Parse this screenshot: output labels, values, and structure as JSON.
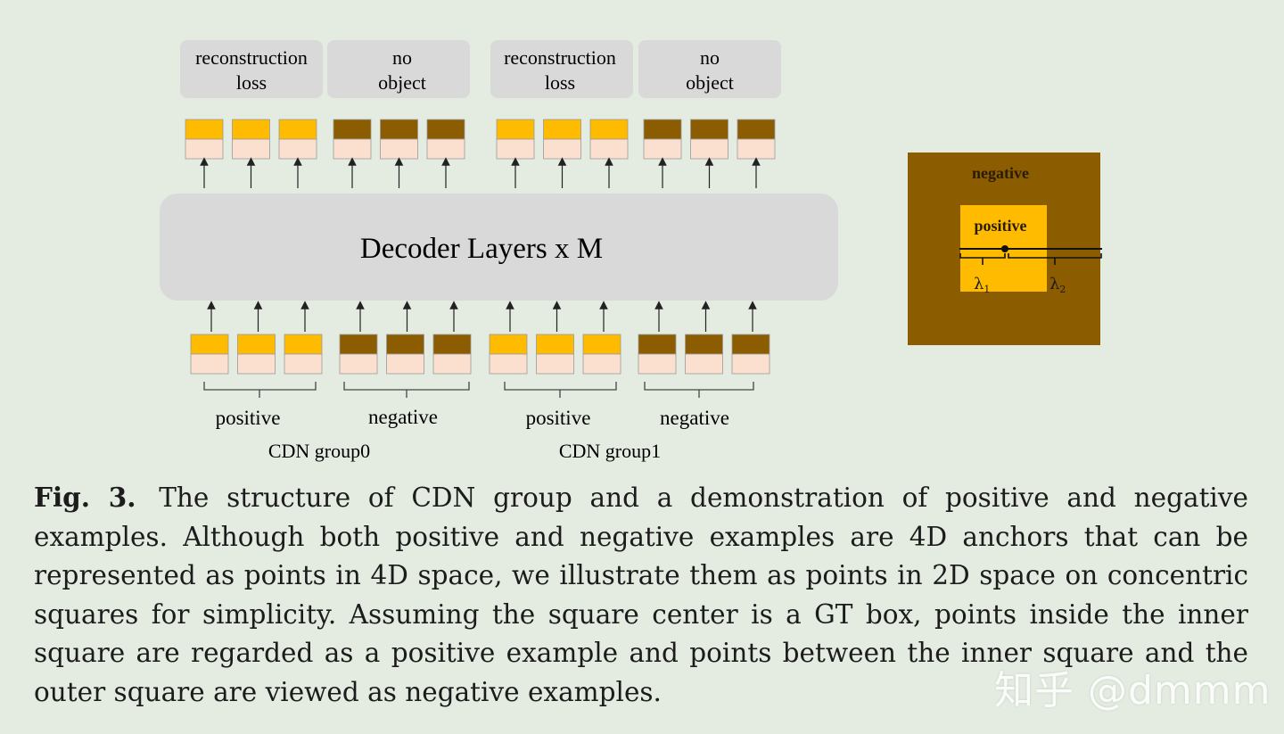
{
  "diagram": {
    "decoder_label": "Decoder Layers x M",
    "heads": [
      {
        "line1": "reconstruction",
        "line2": "loss"
      },
      {
        "line1": "no",
        "line2": "object"
      },
      {
        "line1": "reconstruction",
        "line2": "loss"
      },
      {
        "line1": "no",
        "line2": "object"
      }
    ],
    "input_sets": [
      {
        "label": "positive",
        "kind": "positive"
      },
      {
        "label": "negative",
        "kind": "negative"
      },
      {
        "label": "positive",
        "kind": "positive"
      },
      {
        "label": "negative",
        "kind": "negative"
      }
    ],
    "groups": [
      "CDN group0",
      "CDN group1"
    ],
    "square": {
      "outer_label": "negative",
      "inner_label": "positive",
      "lambda1": "λ",
      "lambda1_sub": "1",
      "lambda2": "λ",
      "lambda2_sub": "2"
    },
    "colors": {
      "positive_box": "#ffbb00",
      "negative_box": "#8b5c00",
      "embedding_bottom": "#fbe0d0",
      "decoder_fill": "#d9d9d9",
      "head_fill": "#d9d9d9",
      "outer_square": "#8b5c00",
      "inner_square": "#ffbb00"
    }
  },
  "caption": {
    "fig_label": "Fig. 3.",
    "text": "The structure of CDN group and a demonstration of positive and negative examples. Although both positive and negative examples are 4D anchors that can be represented as points in 4D space, we illustrate them as points in 2D space on concentric squares for simplicity. Assuming the square center is a GT box, points inside the inner square are regarded as a positive example and points between the inner square and the outer square are viewed as negative examples."
  },
  "watermark": "知乎 @dmmm"
}
